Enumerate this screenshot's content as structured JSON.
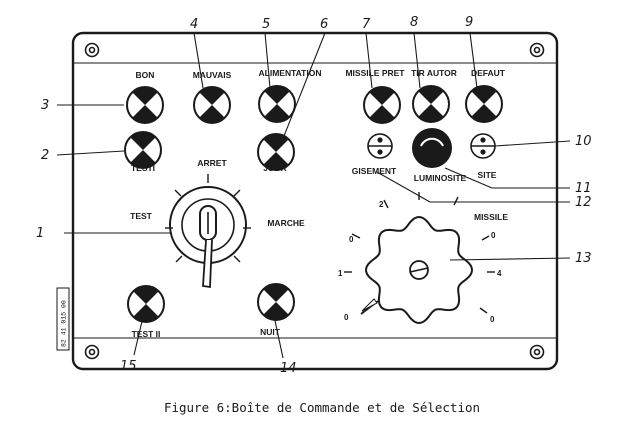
{
  "panel_labels": {
    "bon": "BON",
    "mauvais": "MAUVAIS",
    "alimentation": "ALIMENTATION",
    "missile_pret": "MISSILE PRET",
    "tir_autor": "TIR AUTOR",
    "defaut": "DEFAUT",
    "test1": "TESTI",
    "arret": "ARRET",
    "jour": "JOUR",
    "gisement": "GISEMENT",
    "luminosite": "LUMINOSITE",
    "site": "SITE",
    "test": "TEST",
    "marche": "MARCHE",
    "missile": "MISSILE",
    "test2": "TEST II",
    "nuit": "NUIT"
  },
  "scale": [
    "2",
    "0",
    "1",
    "0",
    "0",
    "4",
    "0"
  ],
  "callouts": [
    "1",
    "2",
    "3",
    "4",
    "5",
    "6",
    "7",
    "8",
    "9",
    "10",
    "11",
    "12",
    "13",
    "14",
    "15"
  ],
  "serial_number": "82 41 015 00",
  "caption": "Figure 6:Boîte de Commande et de Sélection",
  "colors": {
    "ink": "#1a1a1a",
    "paper": "#ffffff"
  }
}
